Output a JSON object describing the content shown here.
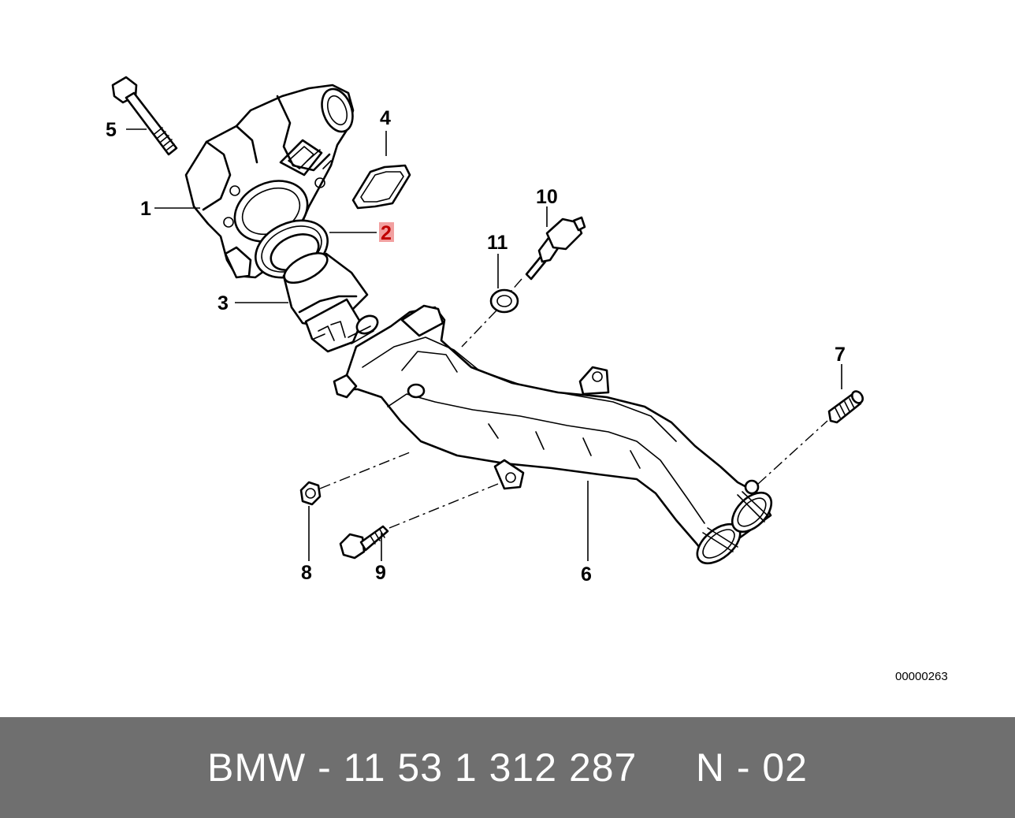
{
  "diagram": {
    "callouts": {
      "c1": "1",
      "c2": "2",
      "c3": "3",
      "c4": "4",
      "c5": "5",
      "c6": "6",
      "c7": "7",
      "c8": "8",
      "c9": "9",
      "c10": "10",
      "c11": "11"
    },
    "highlighted_callout": "2",
    "highlight_color": "#c00000",
    "catalog_number": "00000263"
  },
  "footer": {
    "part_text": "BMW - 11 53 1 312 287     N - 02",
    "background_color": "#6f6f6f"
  }
}
